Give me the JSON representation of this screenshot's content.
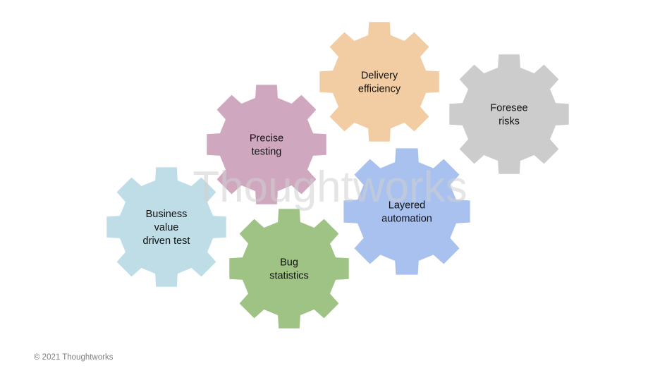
{
  "watermark": "Thoughtworks",
  "footer": "© 2021 Thoughtworks",
  "gears": [
    {
      "id": "delivery-efficiency",
      "lines": [
        "Delivery",
        "efficiency"
      ],
      "color": "#f2cda3"
    },
    {
      "id": "foresee-risks",
      "lines": [
        "Foresee",
        "risks"
      ],
      "color": "#cccccc"
    },
    {
      "id": "precise-testing",
      "lines": [
        "Precise",
        "testing"
      ],
      "color": "#cfa8c0"
    },
    {
      "id": "layered-automation",
      "lines": [
        "Layered",
        "automation"
      ],
      "color": "#a9c1ee"
    },
    {
      "id": "business-value-driven-test",
      "lines": [
        "Business",
        "value",
        "driven test"
      ],
      "color": "#bedde7"
    },
    {
      "id": "bug-statistics",
      "lines": [
        "Bug",
        "statistics"
      ],
      "color": "#9fc384"
    }
  ]
}
